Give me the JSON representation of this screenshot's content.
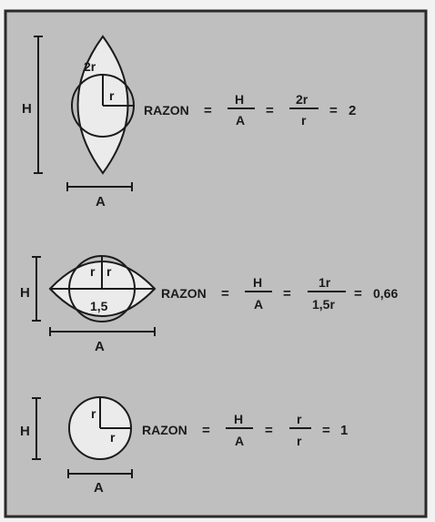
{
  "panel": {
    "background": "#bfbfbf",
    "frame": "#2a2a2a",
    "ink": "#1b1b1b",
    "fill": "#ebebeb"
  },
  "figures": [
    {
      "name": "tall-lens",
      "labels": {
        "height": "H",
        "width": "A",
        "diameter": "2r",
        "radius": "r"
      },
      "formula": {
        "title": "RAZON",
        "eq1": "=",
        "num1": "H",
        "den1": "A",
        "eq2": "=",
        "num2": "2r",
        "den2": "r",
        "eq3": "=",
        "result": "2"
      }
    },
    {
      "name": "wide-lens",
      "labels": {
        "height": "H",
        "width": "A",
        "radius_left": "r",
        "radius_right": "r",
        "span": "1,5"
      },
      "formula": {
        "title": "RAZON",
        "eq1": "=",
        "num1": "H",
        "den1": "A",
        "eq2": "=",
        "num2": "1r",
        "den2": "1,5r",
        "eq3": "=",
        "result": "0,66"
      }
    },
    {
      "name": "circle",
      "labels": {
        "height": "H",
        "width": "A",
        "radius_v": "r",
        "radius_h": "r"
      },
      "formula": {
        "title": "RAZON",
        "eq1": "=",
        "num1": "H",
        "den1": "A",
        "eq2": "=",
        "num2": "r",
        "den2": "r",
        "eq3": "=",
        "result": "1"
      }
    }
  ]
}
